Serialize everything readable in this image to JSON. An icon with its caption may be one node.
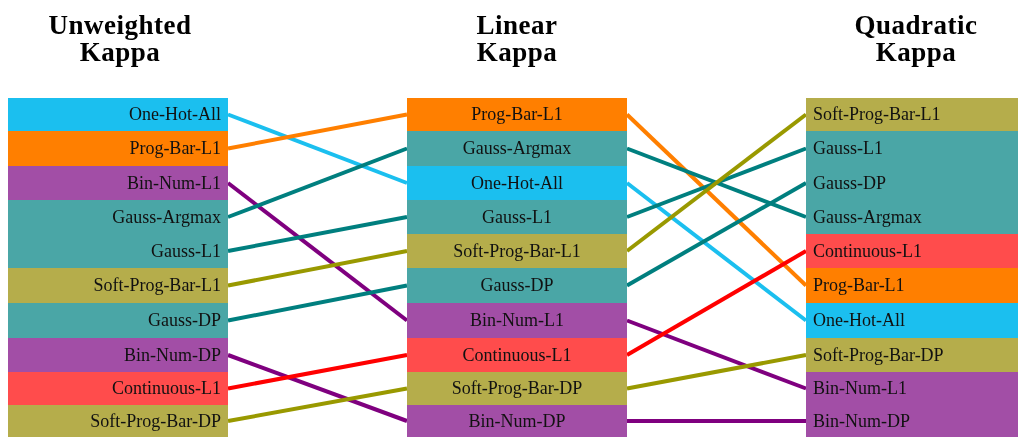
{
  "diagram": {
    "nodes": [
      {
        "text": [
          "One-Hot-All"
        ]
      },
      {
        "text": [
          "Prog-Bar-L1"
        ]
      },
      {
        "text": [
          "Bin-Num-L1"
        ]
      },
      {
        "text": [
          "Gauss-Argmax"
        ]
      },
      {
        "text": [
          "Gauss-L1"
        ]
      },
      {
        "text": [
          "Soft-Prog-Bar-L1"
        ]
      },
      {
        "text": [
          "Gauss-DP"
        ]
      },
      {
        "text": [
          "Bin-Num-DP"
        ]
      },
      {
        "text": [
          "Continuous-L1"
        ]
      },
      {
        "text": [
          "Soft-Prog-Bar-DP"
        ]
      },
      {
        "text": [
          "Prog-Bar-L1"
        ]
      },
      {
        "text": [
          "Gauss-Argmax"
        ]
      },
      {
        "text": [
          "One-Hot-All"
        ]
      },
      {
        "text": [
          "Gauss-L1"
        ]
      },
      {
        "text": [
          "Soft-Prog-Bar-L1"
        ]
      },
      {
        "text": [
          "Gauss-DP"
        ]
      },
      {
        "text": [
          "Bin-Num-L1"
        ]
      },
      {
        "text": [
          "Continuous-L1"
        ]
      },
      {
        "text": [
          "Soft-Prog-Bar-DP"
        ]
      },
      {
        "text": [
          "Bin-Num-DP"
        ]
      },
      {
        "text": [
          "Soft-Prog-Bar-L1"
        ]
      },
      {
        "text": [
          "Gauss-L1"
        ]
      },
      {
        "text": [
          "Gauss-DP"
        ]
      },
      {
        "text": [
          "Gauss-Argmax"
        ]
      },
      {
        "text": [
          "Continuous-L1"
        ]
      },
      {
        "text": [
          "Prog-Bar-L1"
        ]
      },
      {
        "text": [
          "One-Hot-All"
        ]
      },
      {
        "text": [
          "Soft-Prog-Bar-DP"
        ]
      },
      {
        "text": [
          "Bin-Num-L1"
        ]
      },
      {
        "text": [
          "Bin-Num-DP"
        ]
      }
    ],
    "edges": [
      {
        "from": 0,
        "to": 12,
        "arrow": "none",
        "color": "#1bbfef"
      },
      {
        "from": 1,
        "to": 10,
        "arrow": "none",
        "color": "#ff7f00"
      },
      {
        "from": 2,
        "to": 16,
        "arrow": "none",
        "color": "#7f007f"
      },
      {
        "from": 3,
        "to": 11,
        "arrow": "none",
        "color": "#007f7f"
      },
      {
        "from": 4,
        "to": 13,
        "arrow": "none",
        "color": "#007f7f"
      },
      {
        "from": 5,
        "to": 14,
        "arrow": "none",
        "color": "#999900"
      },
      {
        "from": 6,
        "to": 15,
        "arrow": "none",
        "color": "#007f7f"
      },
      {
        "from": 7,
        "to": 19,
        "arrow": "none",
        "color": "#7f007f"
      },
      {
        "from": 8,
        "to": 17,
        "arrow": "none",
        "color": "#ff0000"
      },
      {
        "from": 9,
        "to": 18,
        "arrow": "none",
        "color": "#999900"
      },
      {
        "from": 10,
        "to": 25,
        "arrow": "none",
        "color": "#ff7f00"
      },
      {
        "from": 11,
        "to": 23,
        "arrow": "none",
        "color": "#007f7f"
      },
      {
        "from": 12,
        "to": 26,
        "arrow": "none",
        "color": "#1bbfef"
      },
      {
        "from": 13,
        "to": 21,
        "arrow": "none",
        "color": "#007f7f"
      },
      {
        "from": 14,
        "to": 20,
        "arrow": "none",
        "color": "#999900"
      },
      {
        "from": 15,
        "to": 22,
        "arrow": "none",
        "color": "#007f7f"
      },
      {
        "from": 16,
        "to": 28,
        "arrow": "none",
        "color": "#7f007f"
      },
      {
        "from": 17,
        "to": 24,
        "arrow": "none",
        "color": "#ff0000"
      },
      {
        "from": 18,
        "to": 27,
        "arrow": "none",
        "color": "#999900"
      },
      {
        "from": 19,
        "to": 29,
        "arrow": "none",
        "color": "#7f007f"
      }
    ],
    "labels": [
      "Unweighted Kappa",
      "Linear Kappa",
      "Quadratic Kappa"
    ]
  }
}
